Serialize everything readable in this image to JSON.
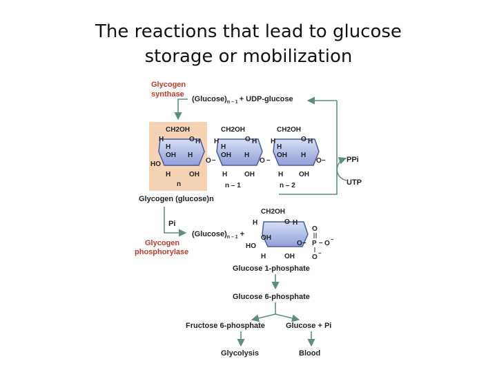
{
  "title": {
    "line1": "The reactions that lead to glucose",
    "line2": "storage or mobilization"
  },
  "enzymes": {
    "synthase_line1": "Glycogen",
    "synthase_line2": "synthase",
    "phosphorylase_line1": "Glycogen",
    "phosphorylase_line2": "phosphorylase"
  },
  "top_reactants": {
    "glucose": "(Glucose)",
    "sub": "n – 1",
    "plus_udp": "+ UDP-glucose"
  },
  "ring_labels": {
    "ch2oh": "CH2OH",
    "h": "H",
    "o": "O",
    "oh": "OH",
    "ho": "HO",
    "n": "n",
    "n_minus_1": "n – 1",
    "n_minus_2": "n – 2"
  },
  "cofactors": {
    "ppi": "PPi",
    "utp": "UTP",
    "pi": "Pi"
  },
  "glycogen_label": "Glycogen (glucose)n",
  "phosphorylase_products": {
    "glucose": "(Glucose)",
    "sub": "n – 1",
    "plus": "+"
  },
  "phosphate_group": {
    "o_top": "O",
    "o_link": "O",
    "p": "P",
    "o_minus_right": "O",
    "o_minus_bottom": "O",
    "minus": "–"
  },
  "metabolites": {
    "g1p": "Glucose 1-phosphate",
    "g6p": "Glucose 6-phosphate",
    "f6p": "Fructose 6-phosphate",
    "glucose_pi": "Glucose + Pi",
    "glycolysis": "Glycolysis",
    "blood": "Blood"
  },
  "colors": {
    "arrow": "#5b8f80",
    "highlight": "#f6d2b5",
    "ring_fill": "#a9b6e4",
    "ring_edge": "#4a5a9e",
    "enzyme_text": "#c0392b"
  }
}
